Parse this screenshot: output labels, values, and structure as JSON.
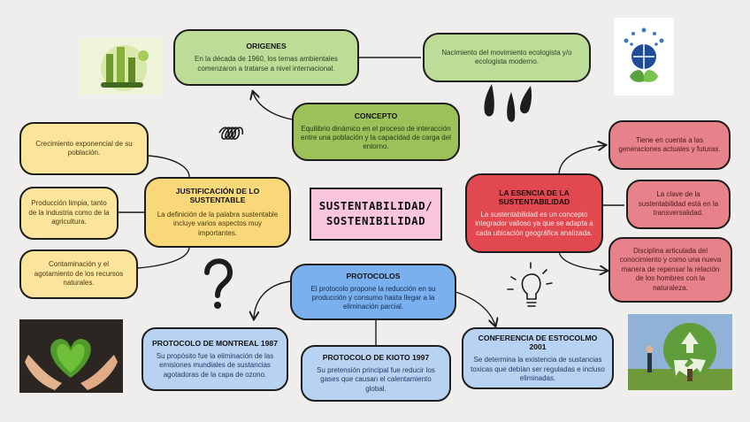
{
  "center": {
    "line1": "SUSTENTABILIDAD/",
    "line2": "SOSTENIBILIDAD"
  },
  "origenes": {
    "title": "ORIGENES",
    "text": "En la década de 1960, los temas ambientales comenzaron a tratarse a nivel internacional.",
    "detail": "Nacimiento del movimiento ecologista y/o ecologista moderno."
  },
  "concepto": {
    "title": "CONCEPTO",
    "text": "Equilibrio dinámico en el proceso de interacción entre una población y la capacidad de carga del entorno."
  },
  "justificacion": {
    "title": "JUSTIFICACIÓN  DE LO SUSTENTABLE",
    "text": "La definición de la palabra sustentable incluye varios aspectos muy importantes.",
    "items": [
      "Crecimiento exponencial de su población.",
      "Producción limpia, tanto de la industria como de la agricultura.",
      "Contaminación y el agotamiento de los recursos naturales."
    ]
  },
  "esencia": {
    "title": "LA ESENCIA DE LA SUSTENTABILIDAD",
    "text": "La sustentabilidad es un concepto integrador valioso ya que se adapta a cada ubicación geográfica analizada.",
    "items": [
      "Tiene en cuenta a las generaciones actuales y futuras.",
      "La clave de la sustentabilidad está en la transversalidad.",
      "Disciplina articulada del conocimiento y como una nueva manera de repensar la relación de los hombres con la naturaleza."
    ]
  },
  "protocolos": {
    "title": "PROTOCOLOS",
    "text": "El protocolo propone la reducción en su producción y consumo hasta llegar a la eliminación parcial.",
    "children": [
      {
        "title": "PROTOCOLO DE MONTREAL 1987",
        "text": "Su propósito fue la eliminación de las emisiones mundiales de sustancias agotadoras de la capa de ozono."
      },
      {
        "title": "PROTOCOLO DE KIOTO 1997",
        "text": "Su pretensión principal fue reducir los gases que causan el calentamiento global."
      },
      {
        "title": "CONFERENCIA DE ESTOCOLMO 2001",
        "text": "Se determina la existencia de sustancias toxicas que debían ser reguladas e incluso eliminadas."
      }
    ]
  },
  "colors": {
    "green": "#bcdc98",
    "olive": "#9cc15b",
    "yellow": "#f8d878",
    "red": "#e24850",
    "pink": "#e8828a",
    "blue": "#7ab0ee",
    "center": "#f9c6db"
  },
  "icons": [
    "eco-city-icon",
    "globe-leaf-icon",
    "spring-doodle-icon",
    "question-mark-icon",
    "lightbulb-icon",
    "hands-heart-icon",
    "recycle-tree-icon"
  ]
}
